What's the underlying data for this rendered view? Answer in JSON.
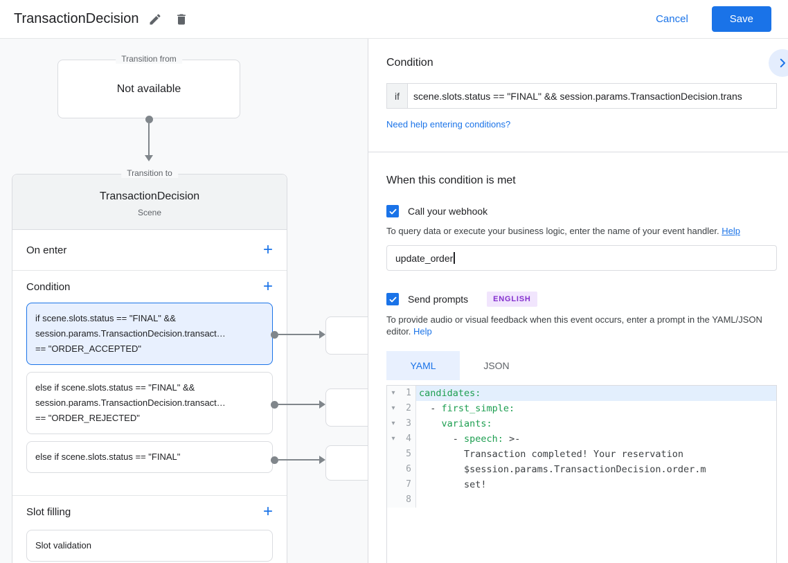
{
  "header": {
    "title": "TransactionDecision",
    "cancel_label": "Cancel",
    "save_label": "Save"
  },
  "icons": {
    "edit-icon": "✎",
    "delete-icon": "🗑",
    "add-icon": "+",
    "expand-icon": "›",
    "checkmark-icon": "✓",
    "fold-arrow-icon": "▾",
    "text-caret": "|"
  },
  "colors": {
    "accent": "#1a73e8",
    "selected_condition_bg": "#e8f0fe",
    "yaml_key_green": "#1d9e50",
    "badge_bg": "#f1e5fd",
    "badge_text": "#8430ce",
    "connector_gray": "#80868b"
  },
  "canvas": {
    "transition_from": {
      "label": "Transition from",
      "value": "Not available"
    },
    "scene_card": {
      "label": "Transition to",
      "title": "TransactionDecision",
      "subtitle": "Scene",
      "sections": {
        "on_enter": "On enter",
        "condition": "Condition",
        "slot_filling": "Slot filling"
      },
      "conditions": [
        {
          "lines": [
            "if scene.slots.status == \"FINAL\" &&",
            "session.params.TransactionDecision.transact…",
            "== \"ORDER_ACCEPTED\""
          ],
          "selected": true
        },
        {
          "lines": [
            "else if scene.slots.status == \"FINAL\" &&",
            "session.params.TransactionDecision.transact…",
            "== \"ORDER_REJECTED\""
          ],
          "selected": false
        },
        {
          "lines": [
            "else if scene.slots.status == \"FINAL\""
          ],
          "selected": false
        }
      ],
      "slot_items": [
        "Slot validation"
      ]
    }
  },
  "condition_panel": {
    "title": "Condition",
    "if_label": "if",
    "expression": "scene.slots.status == \"FINAL\" && session.params.TransactionDecision.trans",
    "help_link": "Need help entering conditions?"
  },
  "when_met": {
    "title": "When this condition is met",
    "webhook": {
      "label": "Call your webhook",
      "checked": true,
      "helper": "To query data or execute your business logic, enter the name of your event handler.",
      "helper_link": "Help",
      "value": "update_order"
    },
    "prompts": {
      "label": "Send prompts",
      "checked": true,
      "badge": "ENGLISH",
      "helper": "To provide audio or visual feedback when this event occurs, enter a prompt in the YAML/JSON editor.",
      "helper_link": "Help",
      "tabs": [
        "YAML",
        "JSON"
      ],
      "active_tab": "YAML"
    }
  },
  "editor": {
    "lines": [
      {
        "num": 1,
        "fold": true,
        "highlight": true,
        "segments": [
          {
            "t": "candidates:",
            "c": "key"
          }
        ]
      },
      {
        "num": 2,
        "fold": true,
        "segments": [
          {
            "t": "  - ",
            "c": "plain"
          },
          {
            "t": "first_simple:",
            "c": "key"
          }
        ]
      },
      {
        "num": 3,
        "fold": true,
        "segments": [
          {
            "t": "    ",
            "c": "plain"
          },
          {
            "t": "variants:",
            "c": "key"
          }
        ]
      },
      {
        "num": 4,
        "fold": true,
        "segments": [
          {
            "t": "      - ",
            "c": "plain"
          },
          {
            "t": "speech:",
            "c": "key"
          },
          {
            "t": " >-",
            "c": "plain"
          }
        ]
      },
      {
        "num": 5,
        "segments": [
          {
            "t": "        Transaction completed! Your reservation",
            "c": "plain"
          }
        ]
      },
      {
        "num": 6,
        "segments": [
          {
            "t": "        $session.params.TransactionDecision.order.m",
            "c": "plain"
          }
        ]
      },
      {
        "num": 7,
        "segments": [
          {
            "t": "        set!",
            "c": "plain"
          }
        ]
      },
      {
        "num": 8,
        "segments": []
      }
    ]
  }
}
